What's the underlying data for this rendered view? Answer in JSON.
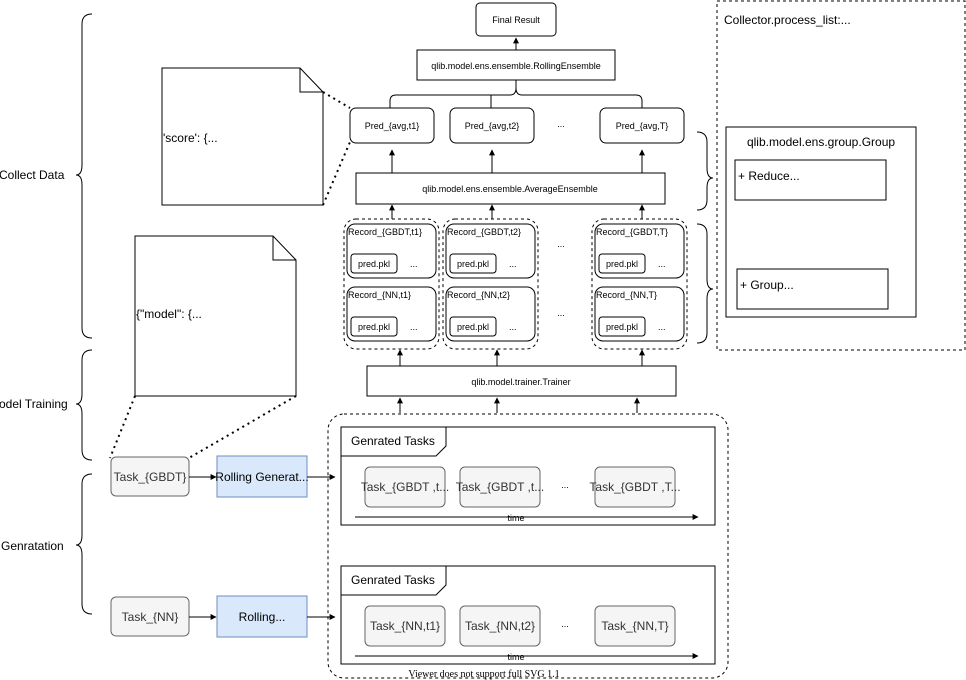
{
  "stages": {
    "collect": "Collect Data",
    "training": "odel Training",
    "generation": "Genratation"
  },
  "notes": {
    "score": "'score': {...",
    "model": "{\"model\": {..."
  },
  "top": {
    "final": "Final Result",
    "rolling_ensemble": "qlib.model.ens.ensemble.RollingEnsemble",
    "average_ensemble": "qlib.model.ens.ensemble.AverageEnsemble",
    "preds": [
      "Pred_{avg,t1}",
      "Pred_{avg,t2}",
      "Pred_{avg,T}"
    ],
    "ellipsis": "..."
  },
  "records": {
    "gbdt": [
      "Record_{GBDT,t1}",
      "Record_{GBDT,t2}",
      "Record_{GBDT,T}"
    ],
    "nn": [
      "Record_{NN,t1}",
      "Record_{NN,t2}",
      "Record_{NN,T}"
    ],
    "pkl": "pred.pkl",
    "ellipsis": "..."
  },
  "trainer": "qlib.model.trainer.Trainer",
  "collector": {
    "title": "Collector.process_list:...",
    "group_title": "qlib.model.ens.group.Group",
    "reduce": "+ Reduce...",
    "group": "+ Group..."
  },
  "generation": {
    "task_gbdt": "Task_{GBDT}",
    "task_nn": "Task_{NN}",
    "rolling_gbdt": "Rolling Generat...",
    "rolling_nn": "Rolling...",
    "panel_title": "Genrated Tasks",
    "tasks_gbdt": [
      "Task_{GBDT ,t...",
      "Task_{GBDT ,t...",
      "Task_{GBDT ,T..."
    ],
    "tasks_nn": [
      "Task_{NN,t1}",
      "Task_{NN,t2}",
      "Task_{NN,T}"
    ],
    "time": "time",
    "ellipsis": "..."
  },
  "footer": "Viewer does not support full SVG 1.1",
  "colors": {
    "rolling_fill": "#dae8fc",
    "rolling_stroke": "#6c8ebf",
    "task_fill": "#f5f5f5",
    "task_stroke": "#666666"
  }
}
